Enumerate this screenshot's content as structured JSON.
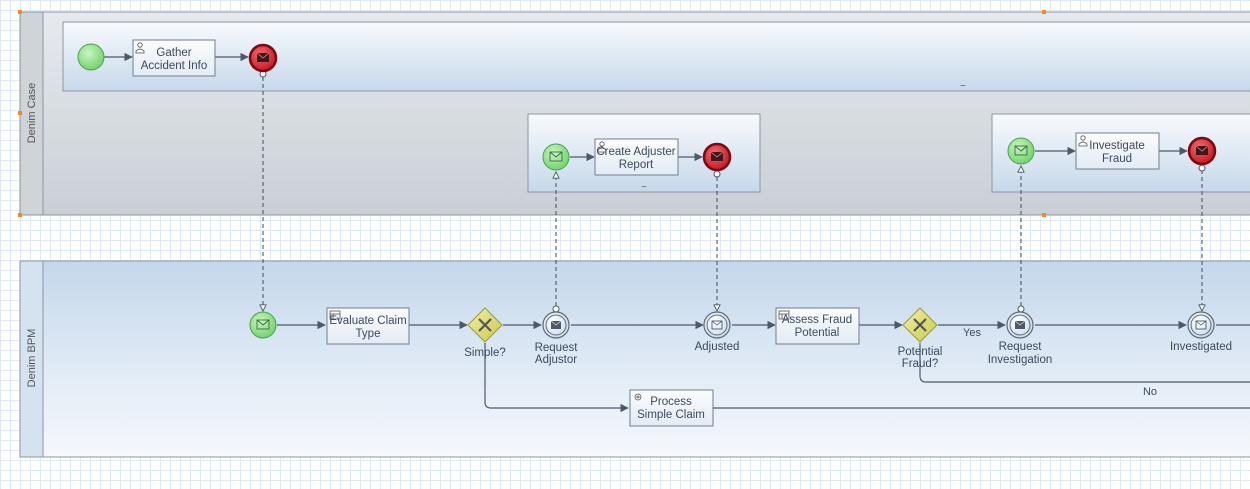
{
  "pools": {
    "case": {
      "label": "Denim Case"
    },
    "bpm": {
      "label": "Denim BPM"
    }
  },
  "tasks": {
    "gather": {
      "line1": "Gather",
      "line2": "Accident Info"
    },
    "create_report": {
      "line1": "Create Adjuster",
      "line2": "Report"
    },
    "investigate": {
      "line1": "Investigate",
      "line2": "Fraud"
    },
    "evaluate": {
      "line1": "Evaluate Claim",
      "line2": "Type"
    },
    "assess": {
      "line1": "Assess Fraud",
      "line2": "Potential"
    },
    "process_simple": {
      "line1": "Process",
      "line2": "Simple Claim"
    }
  },
  "gateways": {
    "simple": {
      "line1": "Simple?"
    },
    "fraud": {
      "line1": "Potential",
      "line2": "Fraud?"
    }
  },
  "events": {
    "request_adjustor": {
      "line1": "Request",
      "line2": "Adjustor"
    },
    "adjusted": {
      "line1": "Adjusted"
    },
    "request_investigation": {
      "line1": "Request",
      "line2": "Investigation"
    },
    "investigated": {
      "line1": "Investigated"
    }
  },
  "flows": {
    "yes": "Yes",
    "no": "No"
  },
  "colors": {
    "start_green": "#8fe08a",
    "end_red": "#d9303a",
    "gateway_yellow": "#dede7a",
    "task_fill": "#f4f8fc",
    "pool_blue": "#c9dbee"
  }
}
